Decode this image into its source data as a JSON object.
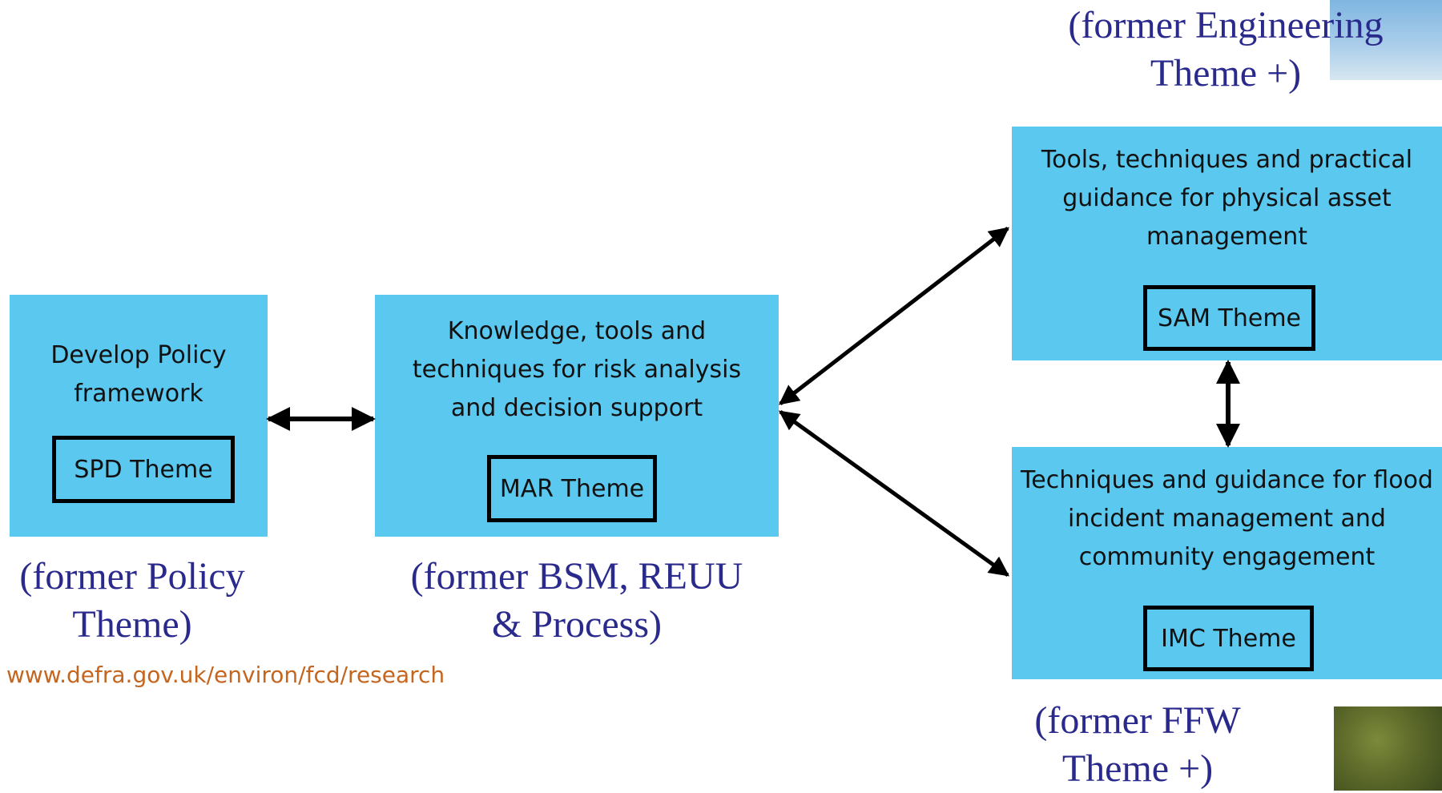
{
  "boxes": {
    "spd": {
      "description": "Develop Policy framework",
      "theme": "SPD Theme"
    },
    "mar": {
      "description": "Knowledge, tools and techniques for risk analysis and decision support",
      "theme": "MAR Theme"
    },
    "sam": {
      "description": "Tools, techniques and practical guidance for physical asset management",
      "theme": "SAM Theme"
    },
    "imc": {
      "description": "Techniques and guidance for flood incident management and community engagement",
      "theme": "IMC Theme"
    }
  },
  "former_labels": {
    "engineering": "(former Engineering Theme +)",
    "policy": "(former Policy Theme)",
    "bsm": "(former BSM, REUU & Process)",
    "ffw": "(former FFW Theme +)"
  },
  "url": "www.defra.gov.uk/environ/fcd/research",
  "colors": {
    "box_fill": "#5bc8f0",
    "former_text": "#2a2a8c",
    "url_text": "#c4661f"
  }
}
